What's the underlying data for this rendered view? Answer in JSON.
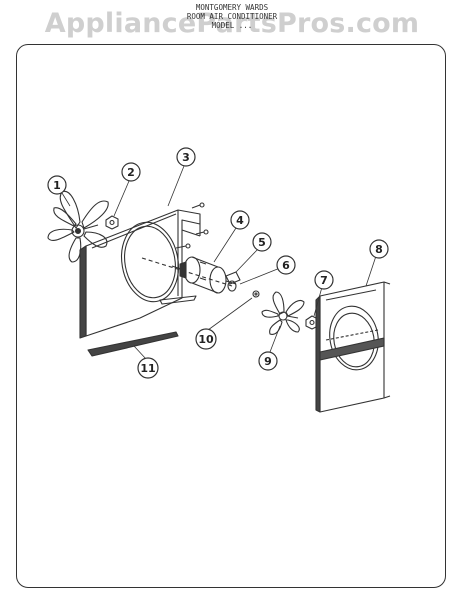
{
  "watermark": "AppliancePartsPros.com",
  "heading": {
    "line1": "MONTGOMERY WARDS",
    "line2": "ROOM AIR CONDITIONER",
    "line3": "MODEL ..."
  },
  "callouts": [
    "1",
    "2",
    "3",
    "4",
    "5",
    "6",
    "7",
    "8",
    "9",
    "10",
    "11"
  ]
}
